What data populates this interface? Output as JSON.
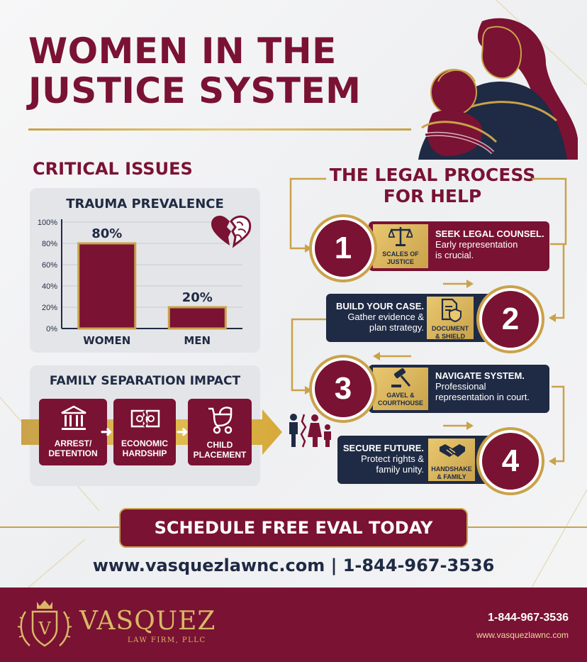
{
  "title": {
    "line1": "WOMEN IN THE",
    "line2": "JUSTICE SYSTEM"
  },
  "critical_issues": {
    "heading": "CRITICAL ISSUES"
  },
  "trauma": {
    "title": "TRAUMA PREVALENCE",
    "icon": "broken-heart-brain-icon"
  },
  "chart_data": {
    "type": "bar",
    "title": "TRAUMA PREVALENCE",
    "categories": [
      "WOMEN",
      "MEN"
    ],
    "values": [
      80,
      20
    ],
    "value_labels": [
      "80%",
      "20%"
    ],
    "yticks": [
      "0%",
      "20%",
      "40%",
      "60%",
      "80%",
      "100%"
    ],
    "ylim": [
      0,
      100
    ],
    "grid": true,
    "xlabel": "",
    "ylabel": ""
  },
  "family": {
    "title": "FAMILY SEPARATION IMPACT",
    "steps": [
      {
        "label1": "ARREST/",
        "label2": "DETENTION",
        "icon": "courthouse-icon"
      },
      {
        "label1": "ECONOMIC",
        "label2": "HARDSHIP",
        "icon": "torn-money-icon"
      },
      {
        "label1": "CHILD",
        "label2": "PLACEMENT",
        "icon": "baby-stroller-icon"
      }
    ],
    "end_icon": "separated-family-icon"
  },
  "process": {
    "heading_line1": "THE LEGAL PROCESS",
    "heading_line2": "FOR HELP",
    "steps": [
      {
        "num": "1",
        "icon_label1": "SCALES OF",
        "icon_label2": "JUSTICE",
        "bold": "SEEK LEGAL COUNSEL.",
        "text1": "Early representation",
        "text2": "is crucial.",
        "icon": "scales-icon"
      },
      {
        "num": "2",
        "icon_label1": "DOCUMENT",
        "icon_label2": "& SHIELD",
        "bold": "BUILD YOUR CASE.",
        "text1": "Gather evidence &",
        "text2": "plan strategy.",
        "icon": "document-shield-icon"
      },
      {
        "num": "3",
        "icon_label1": "GAVEL &",
        "icon_label2": "COURTHOUSE",
        "bold": "NAVIGATE SYSTEM.",
        "text1": "Professional",
        "text2": "representation in court.",
        "icon": "gavel-icon"
      },
      {
        "num": "4",
        "icon_label1": "HANDSHAKE",
        "icon_label2": "& FAMILY",
        "bold": "SECURE FUTURE.",
        "text1": "Protect rights &",
        "text2": "family unity.",
        "icon": "handshake-icon"
      }
    ]
  },
  "cta": {
    "label": "SCHEDULE FREE EVAL TODAY"
  },
  "contact": {
    "line": "www.vasquezlawnc.com | 1-844-967-3536"
  },
  "footer": {
    "brand": "VASQUEZ",
    "sub": "LAW FIRM, PLLC",
    "phone": "1-844-967-3536",
    "web": "www.vasquezlawnc.com"
  },
  "colors": {
    "maroon": "#7a1233",
    "navy": "#1f2a44",
    "gold": "#c9a24a",
    "panel": "#e4e5e8"
  }
}
